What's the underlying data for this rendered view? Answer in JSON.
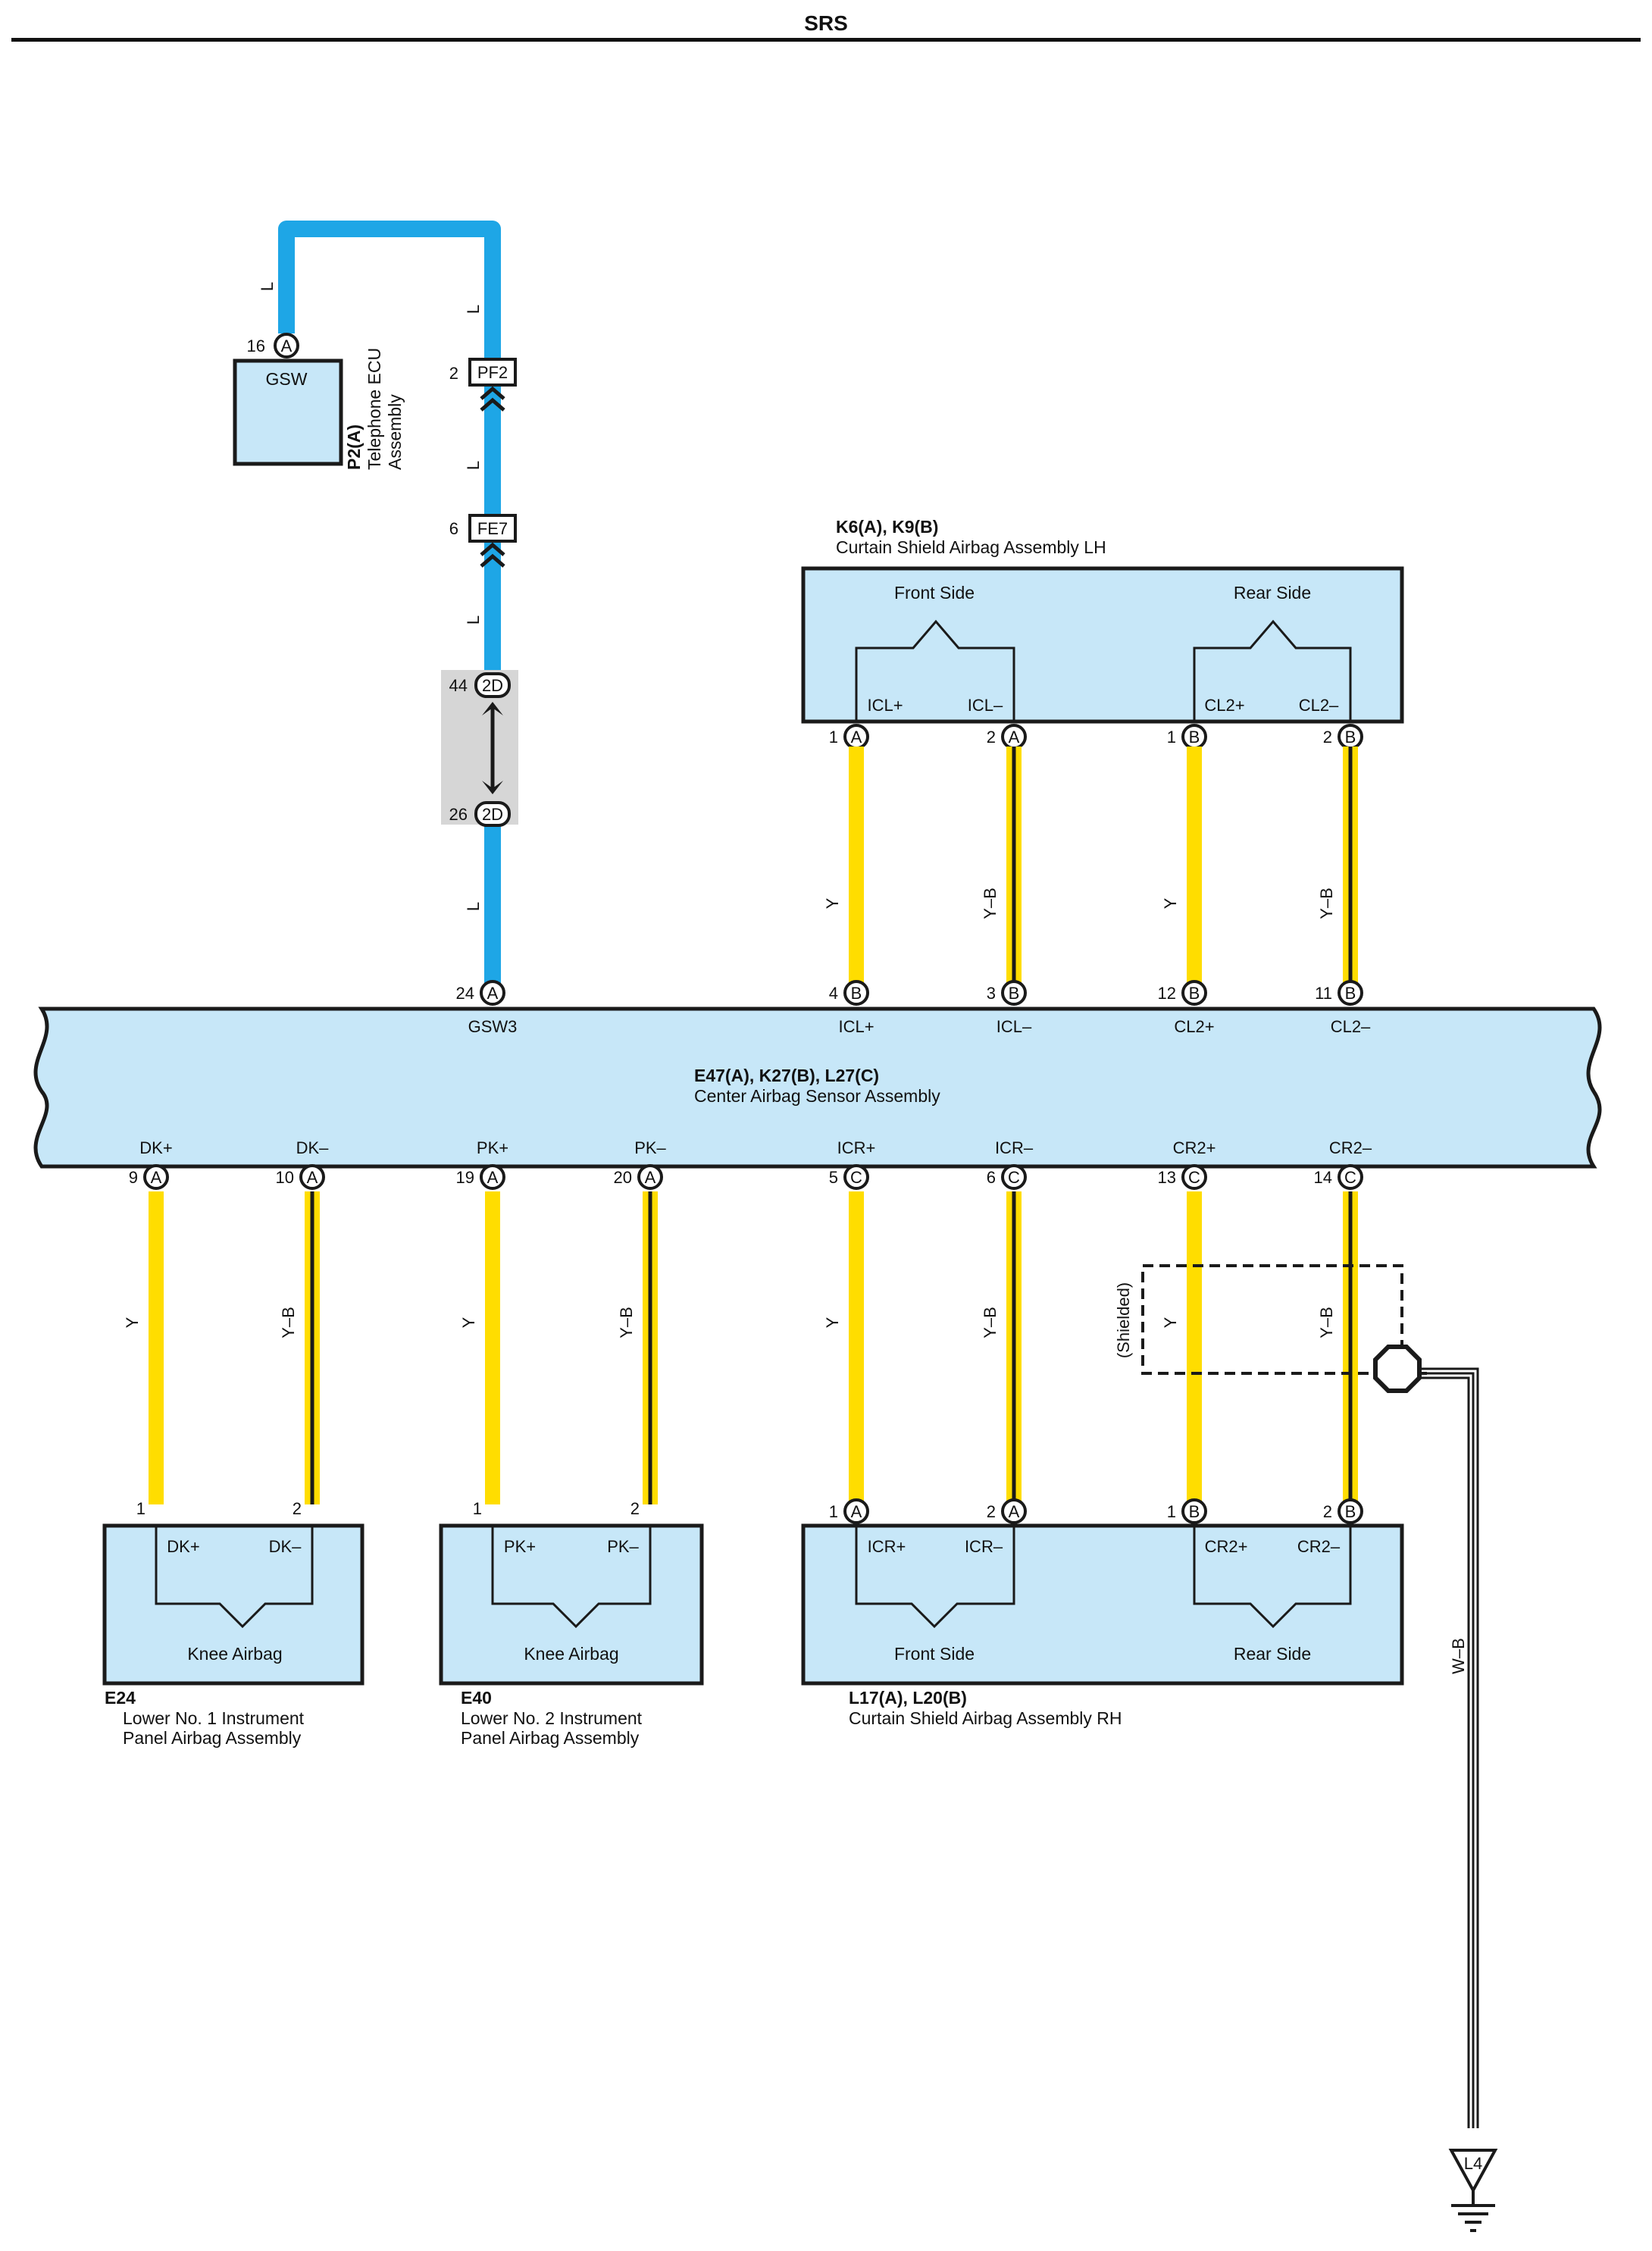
{
  "page_title": "SRS",
  "colors": {
    "blue_wire": "#1ea6e6",
    "yellow_wire": "#ffdd00",
    "box_fill": "#c7e7f8",
    "outline": "#1a1a1a",
    "junction_fill": "#d6d6d6"
  },
  "telephone_ecu": {
    "code": "P2(A)",
    "name_line1": "Telephone ECU",
    "name_line2": "Assembly",
    "terminal": "GSW",
    "pin": "16",
    "conn": "A"
  },
  "blue_wire": {
    "color_code": "L",
    "pf2": {
      "pin": "2",
      "label": "PF2"
    },
    "fe7": {
      "pin": "6",
      "label": "FE7"
    },
    "j2d_top": {
      "pin": "44",
      "label": "2D"
    },
    "j2d_bottom": {
      "pin": "26",
      "label": "2D"
    }
  },
  "curtain_lh": {
    "code": "K6(A), K9(B)",
    "name": "Curtain Shield Airbag Assembly LH",
    "front_label": "Front Side",
    "rear_label": "Rear Side",
    "terminals": [
      {
        "label": "ICL+",
        "pin": "1",
        "conn": "A"
      },
      {
        "label": "ICL–",
        "pin": "2",
        "conn": "A"
      },
      {
        "label": "CL2+",
        "pin": "1",
        "conn": "B"
      },
      {
        "label": "CL2–",
        "pin": "2",
        "conn": "B"
      }
    ]
  },
  "center_sensor": {
    "code": "E47(A), K27(B), L27(C)",
    "name": "Center Airbag Sensor Assembly",
    "top_terms": [
      {
        "label": "GSW3",
        "pin": "24",
        "conn": "A"
      },
      {
        "label": "ICL+",
        "pin": "4",
        "conn": "B"
      },
      {
        "label": "ICL–",
        "pin": "3",
        "conn": "B"
      },
      {
        "label": "CL2+",
        "pin": "12",
        "conn": "B"
      },
      {
        "label": "CL2–",
        "pin": "11",
        "conn": "B"
      }
    ],
    "bottom_terms": [
      {
        "label": "DK+",
        "pin": "9",
        "conn": "A"
      },
      {
        "label": "DK–",
        "pin": "10",
        "conn": "A"
      },
      {
        "label": "PK+",
        "pin": "19",
        "conn": "A"
      },
      {
        "label": "PK–",
        "pin": "20",
        "conn": "A"
      },
      {
        "label": "ICR+",
        "pin": "5",
        "conn": "C"
      },
      {
        "label": "ICR–",
        "pin": "6",
        "conn": "C"
      },
      {
        "label": "CR2+",
        "pin": "13",
        "conn": "C"
      },
      {
        "label": "CR2–",
        "pin": "14",
        "conn": "C"
      }
    ]
  },
  "wire_codes": {
    "y": "Y",
    "yb": "Y–B",
    "wb": "W–B"
  },
  "shielded_label": "(Shielded)",
  "knee1": {
    "code": "E24",
    "name_line1": "Lower No. 1 Instrument",
    "name_line2": "Panel Airbag Assembly",
    "inner_label": "Knee Airbag",
    "terminals": [
      {
        "label": "DK+",
        "pin": "1"
      },
      {
        "label": "DK–",
        "pin": "2"
      }
    ]
  },
  "knee2": {
    "code": "E40",
    "name_line1": "Lower No. 2 Instrument",
    "name_line2": "Panel Airbag Assembly",
    "inner_label": "Knee Airbag",
    "terminals": [
      {
        "label": "PK+",
        "pin": "1"
      },
      {
        "label": "PK–",
        "pin": "2"
      }
    ]
  },
  "curtain_rh": {
    "code": "L17(A), L20(B)",
    "name": "Curtain Shield Airbag Assembly RH",
    "front_label": "Front Side",
    "rear_label": "Rear Side",
    "terminals": [
      {
        "label": "ICR+",
        "pin": "1",
        "conn": "A"
      },
      {
        "label": "ICR–",
        "pin": "2",
        "conn": "A"
      },
      {
        "label": "CR2+",
        "pin": "1",
        "conn": "B"
      },
      {
        "label": "CR2–",
        "pin": "2",
        "conn": "B"
      }
    ]
  },
  "ground": {
    "label": "L4"
  }
}
